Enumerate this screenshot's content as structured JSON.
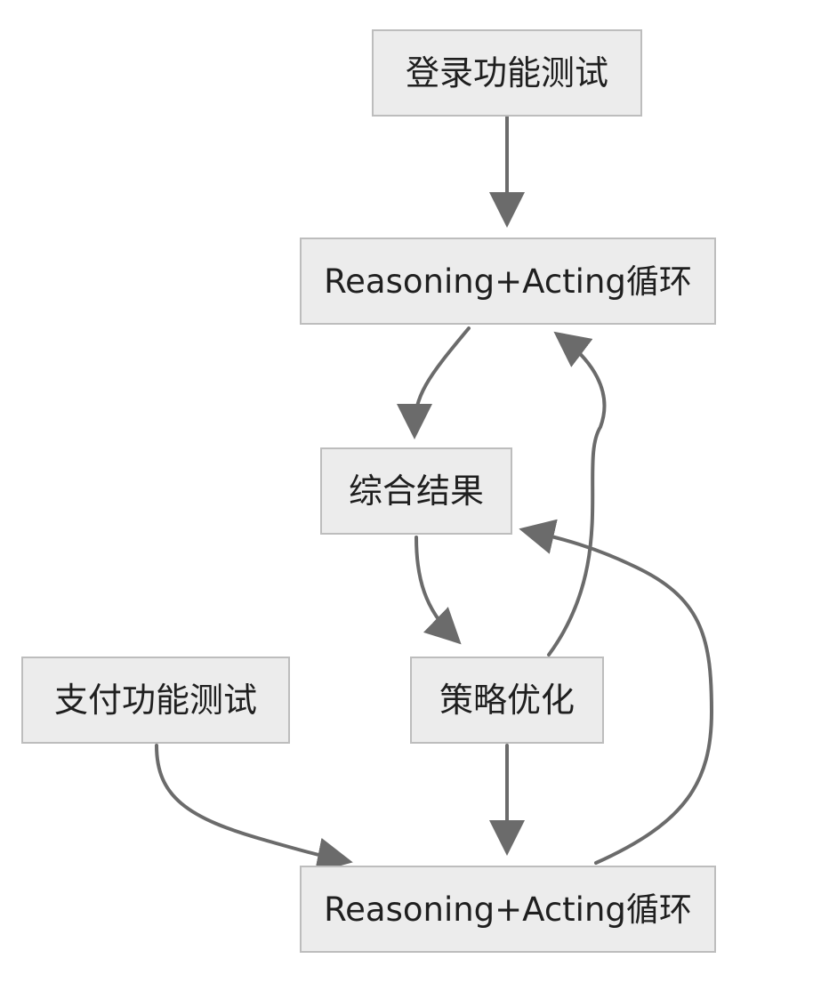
{
  "diagram": {
    "type": "flowchart",
    "colors": {
      "node_fill": "#ececec",
      "node_border": "#bdbdbd",
      "edge": "#6b6b6b",
      "text": "#1f1f1f"
    },
    "nodes": {
      "login_test": "登录功能测试",
      "react_loop_1": "Reasoning+Acting循环",
      "combine_results": "综合结果",
      "strategy_opt": "策略优化",
      "payment_test": "支付功能测试",
      "react_loop_2": "Reasoning+Acting循环"
    },
    "edges": [
      {
        "from": "login_test",
        "to": "react_loop_1"
      },
      {
        "from": "react_loop_1",
        "to": "combine_results"
      },
      {
        "from": "combine_results",
        "to": "strategy_opt"
      },
      {
        "from": "strategy_opt",
        "to": "react_loop_1"
      },
      {
        "from": "strategy_opt",
        "to": "react_loop_2"
      },
      {
        "from": "payment_test",
        "to": "react_loop_2"
      },
      {
        "from": "react_loop_2",
        "to": "combine_results"
      }
    ]
  }
}
